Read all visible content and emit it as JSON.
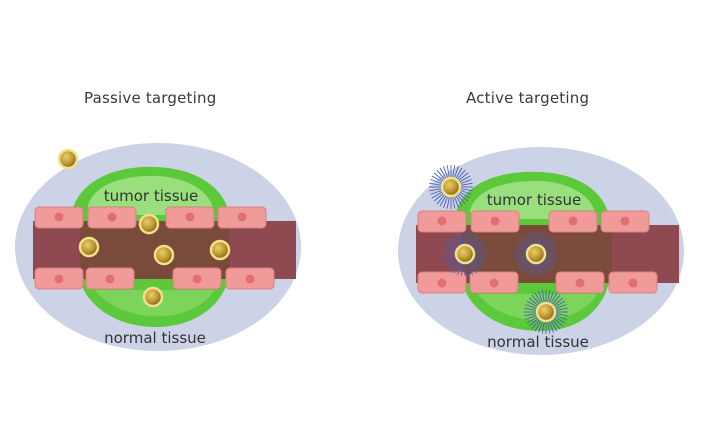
{
  "panels": [
    {
      "title": "Passive targeting",
      "label_tumor": "tumor tissue",
      "label_normal": "normal tissue"
    },
    {
      "title": "Active targeting",
      "label_tumor": "tumor tissue",
      "label_normal": "normal tissue"
    }
  ],
  "colors": {
    "normal_tissue": "#ccd3e6",
    "tumor": "#5cc93a",
    "tumor_light": "#a3e38a",
    "vessel": "#8e4a50",
    "vessel_leak": "#7a4a3a",
    "endothelial_cell": "#f09a9a",
    "endothelial_nucleus": "#e07070",
    "nanoparticle": "#c9a23a",
    "ligand": "#4a5fb0"
  },
  "icons": {
    "nanoparticle": "nanoparticle-icon",
    "targeted_nanoparticle": "ligand-coated-nanoparticle-icon"
  }
}
